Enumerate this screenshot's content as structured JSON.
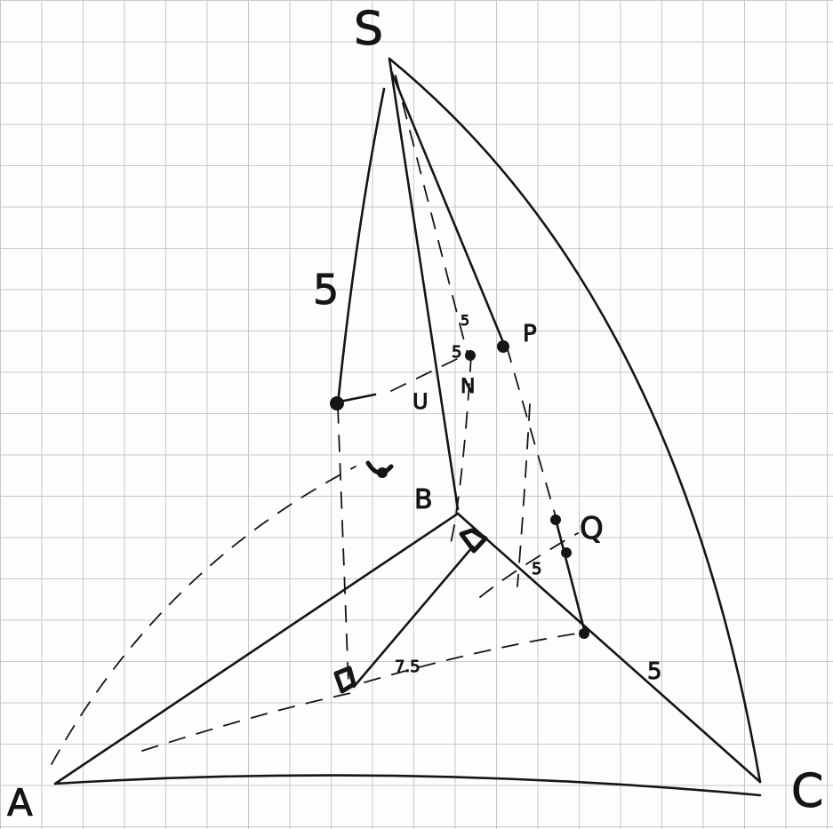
{
  "vertices": {
    "S": "S",
    "A": "A",
    "B": "B",
    "C": "C",
    "P": "P",
    "Q": "Q",
    "N": "N",
    "U": "U"
  },
  "edge_labels": {
    "SU": "5",
    "SN": "5",
    "NP": "5",
    "BM": "5",
    "MC": "5",
    "AM": "7.5"
  },
  "colors": {
    "ink": "#151515",
    "grid": "#c8c8c8",
    "paper": "#fdfdfd"
  }
}
